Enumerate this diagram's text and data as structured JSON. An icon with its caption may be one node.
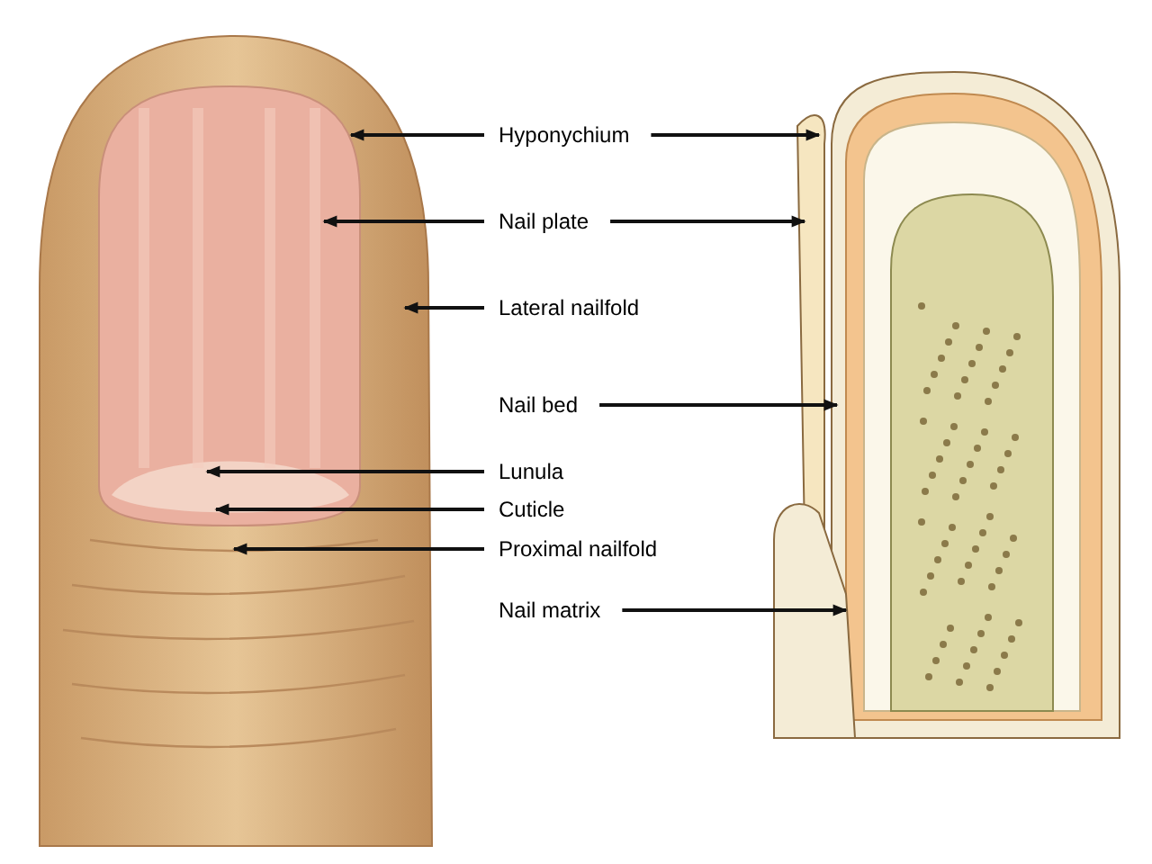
{
  "diagram": {
    "nodes": [
      {
        "text": [
          "Hyponychium"
        ]
      },
      {
        "text": [
          "Nail plate"
        ]
      },
      {
        "text": [
          "Lateral nailfold"
        ]
      },
      {
        "text": [
          "Nail bed"
        ]
      },
      {
        "text": [
          "Lunula"
        ]
      },
      {
        "text": [
          "Cuticle"
        ]
      },
      {
        "text": [
          "Proximal nailfold"
        ]
      },
      {
        "text": [
          "Nail matrix"
        ]
      }
    ],
    "edges": [
      {
        "from": 0,
        "to": null,
        "arrow": "to"
      },
      {
        "from": 0,
        "to": null,
        "arrow": "to"
      },
      {
        "from": 1,
        "to": null,
        "arrow": "to"
      },
      {
        "from": 1,
        "to": null,
        "arrow": "to"
      },
      {
        "from": 2,
        "to": null,
        "arrow": "to"
      },
      {
        "from": 3,
        "to": null,
        "arrow": "to"
      },
      {
        "from": 4,
        "to": null,
        "arrow": "to"
      },
      {
        "from": 5,
        "to": null,
        "arrow": "to"
      },
      {
        "from": 6,
        "to": null,
        "arrow": "to"
      },
      {
        "from": 7,
        "to": null,
        "arrow": "to"
      }
    ]
  }
}
